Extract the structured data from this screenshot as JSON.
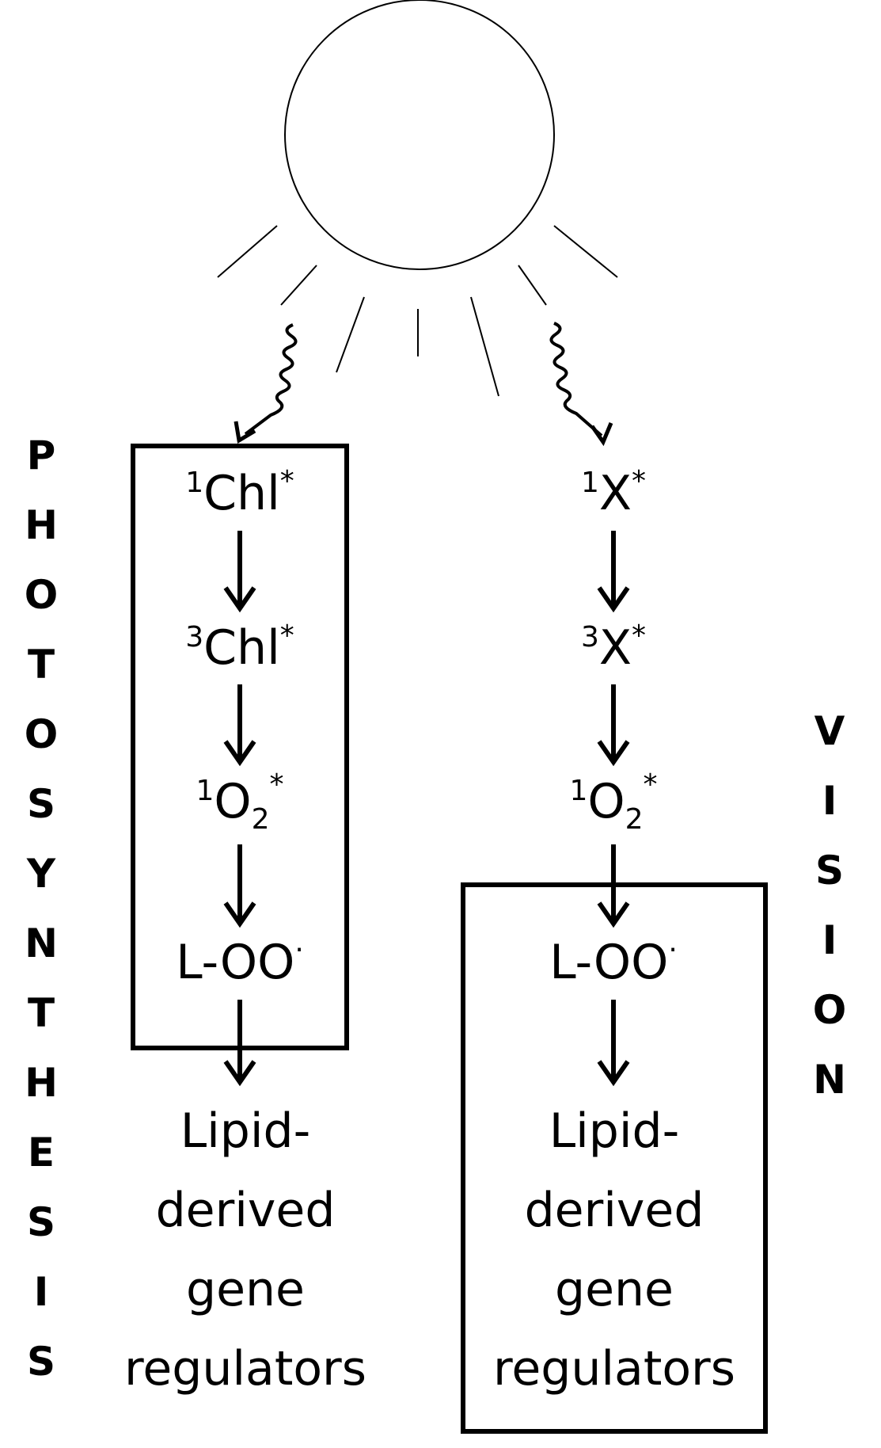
{
  "left_column": {
    "side_label": "PHOTOSYNTHESIS",
    "nodes": [
      {
        "sup": "1",
        "base": "Chl",
        "sub": "",
        "sup2": "*"
      },
      {
        "sup": "3",
        "base": "Chl",
        "sub": "",
        "sup2": "*"
      },
      {
        "sup": "1",
        "base": "O",
        "sub": "2",
        "sup2": "*"
      },
      {
        "sup": "",
        "base": "L-OO",
        "sub": "",
        "sup2": "·"
      }
    ],
    "outcome": [
      "Lipid-",
      "derived",
      "gene",
      "regulators"
    ]
  },
  "right_column": {
    "side_label": "VISION",
    "nodes": [
      {
        "sup": "1",
        "base": "X",
        "sub": "",
        "sup2": "*"
      },
      {
        "sup": "3",
        "base": "X",
        "sub": "",
        "sup2": "*"
      },
      {
        "sup": "1",
        "base": "O",
        "sub": "2",
        "sup2": "*"
      },
      {
        "sup": "",
        "base": "L-OO",
        "sub": "",
        "sup2": "·"
      }
    ],
    "outcome": [
      "Lipid-",
      "derived",
      "gene",
      "regulators"
    ]
  },
  "colors": {
    "ink": "#000000",
    "background": "#ffffff"
  }
}
